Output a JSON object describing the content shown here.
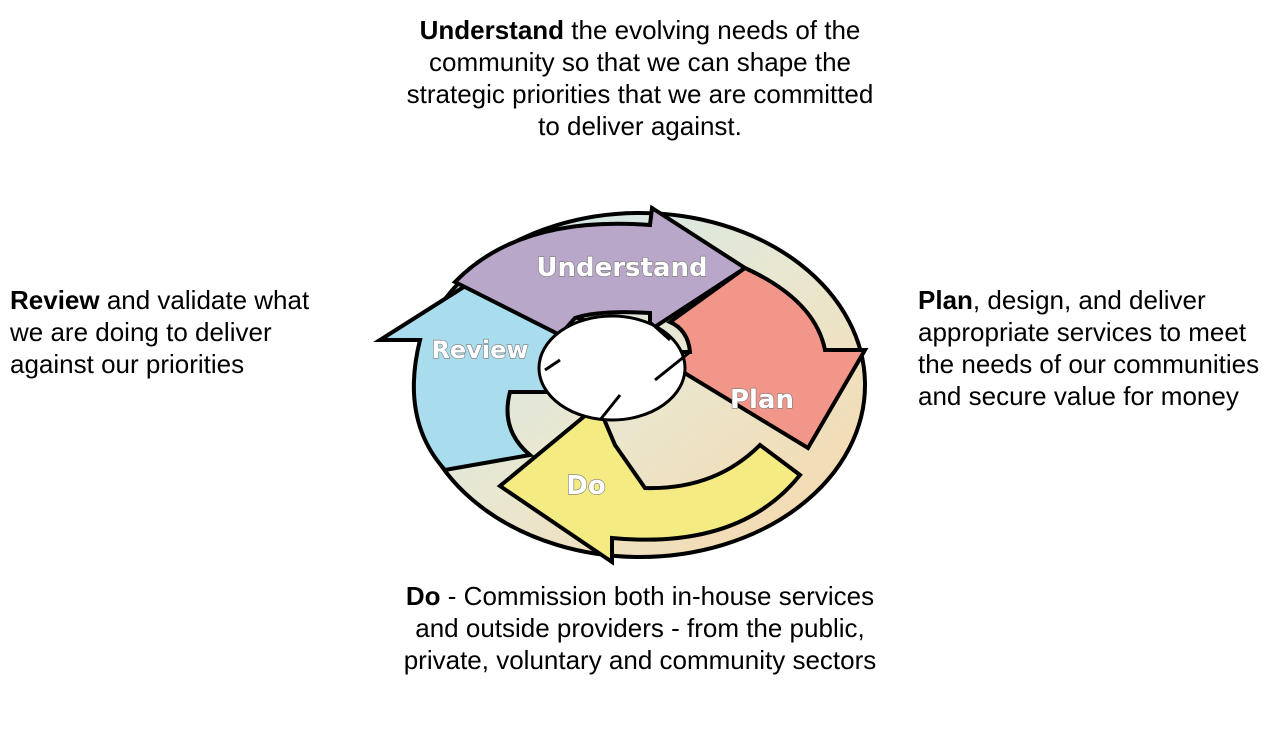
{
  "captions": {
    "understand": {
      "keyword": "Understand",
      "text": " the evolving needs of the community so that we can shape the strategic priorities that we are committed to deliver against."
    },
    "review": {
      "keyword": "Review",
      "text": " and validate what we are doing to deliver against our priorities"
    },
    "plan": {
      "keyword": "Plan",
      "text": ", design, and deliver appropriate services to meet the needs of our communities and secure value for money"
    },
    "do": {
      "keyword": "Do",
      "text": " - Commission both in-house services and outside providers - from the public, private, voluntary and community sectors"
    }
  },
  "cycle": {
    "labels": {
      "understand": "Understand",
      "plan": "Plan",
      "do": "Do",
      "review": "Review"
    },
    "colors": {
      "understand": "#b9a7c9",
      "plan": "#f2968a",
      "do": "#f4ec82",
      "review": "#a9dcec",
      "outline": "#000000"
    }
  }
}
